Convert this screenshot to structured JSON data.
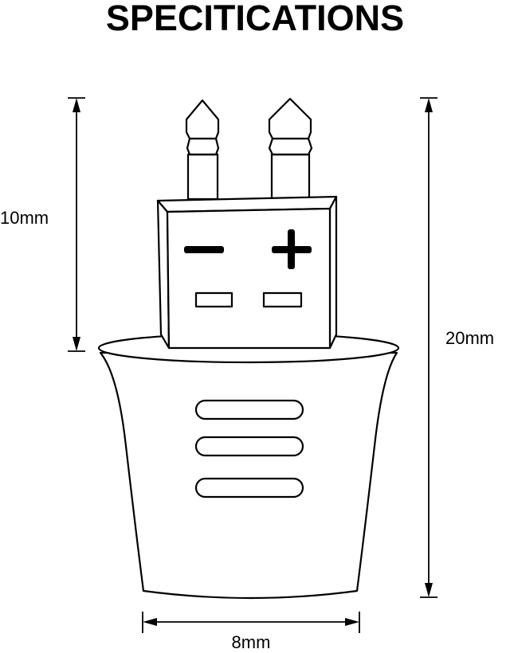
{
  "title": "SPECITICATIONS",
  "dimensions": {
    "pins_height": "10mm",
    "total_height": "20mm",
    "width": "8mm"
  },
  "polarity": {
    "negative": "−",
    "positive": "+"
  },
  "colors": {
    "line": "#000000",
    "background": "#ffffff"
  }
}
